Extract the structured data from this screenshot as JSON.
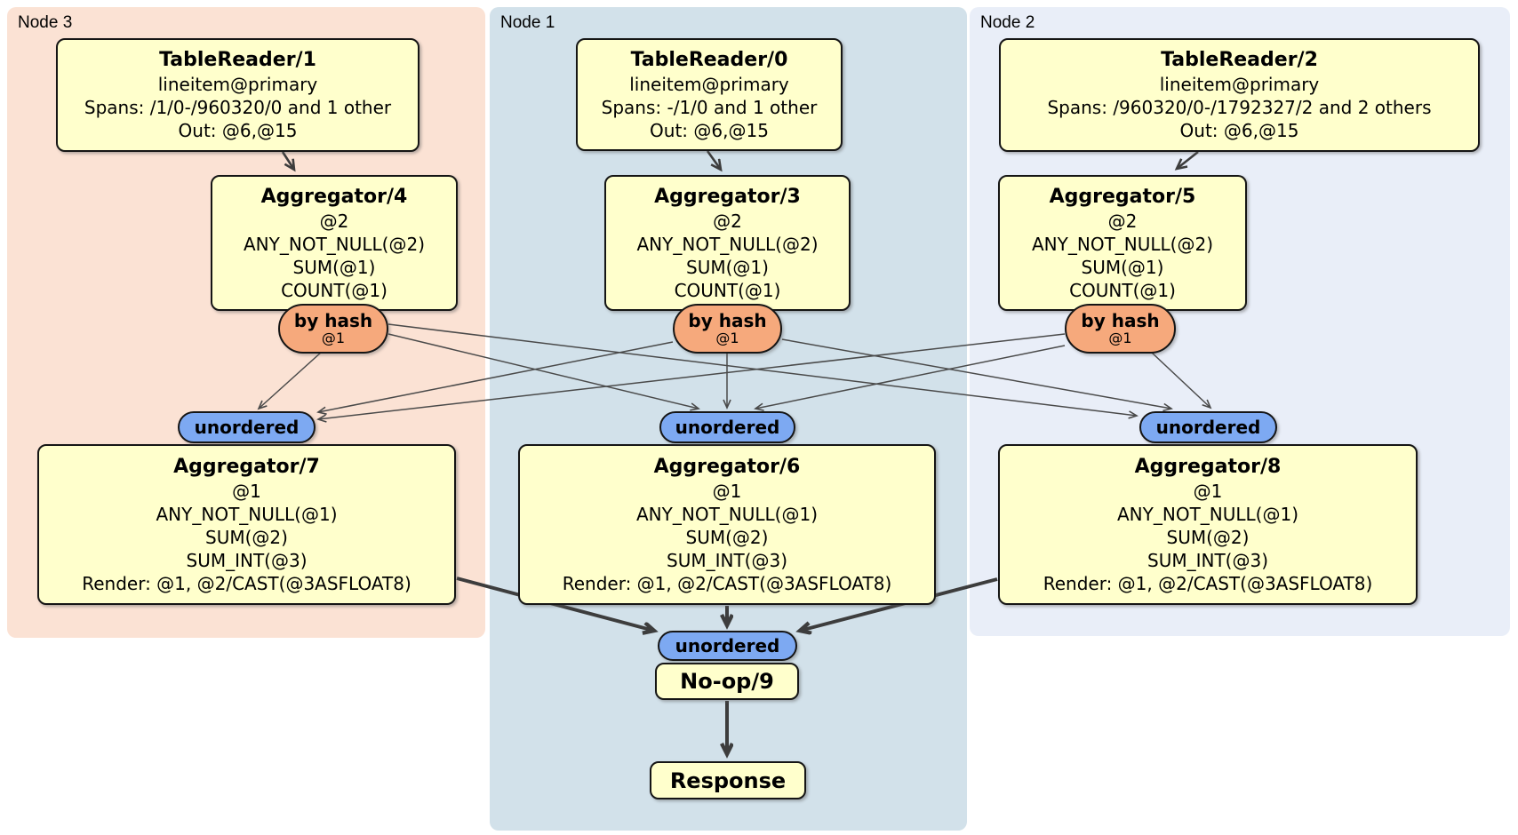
{
  "regions": [
    {
      "label": "Node 3",
      "color": "#fbe2d4"
    },
    {
      "label": "Node 1",
      "color": "#d2e1ea"
    },
    {
      "label": "Node 2",
      "color": "#e9eef8"
    }
  ],
  "columns": [
    {
      "region": "Node 3",
      "table_reader": {
        "title": "TableReader/1",
        "lines": [
          "lineitem@primary",
          "Spans: /1/0-/960320/0 and 1 other",
          "Out: @6,@15"
        ]
      },
      "aggregator_top": {
        "title": "Aggregator/4",
        "lines": [
          "@2",
          "ANY_NOT_NULL(@2)",
          "SUM(@1)",
          "COUNT(@1)"
        ]
      },
      "router": {
        "label": "by hash",
        "detail": "@1"
      },
      "sync": {
        "label": "unordered"
      },
      "aggregator_bottom": {
        "title": "Aggregator/7",
        "lines": [
          "@1",
          "ANY_NOT_NULL(@1)",
          "SUM(@2)",
          "SUM_INT(@3)",
          "Render: @1, @2/CAST(@3ASFLOAT8)"
        ]
      }
    },
    {
      "region": "Node 1",
      "table_reader": {
        "title": "TableReader/0",
        "lines": [
          "lineitem@primary",
          "Spans: -/1/0 and 1 other",
          "Out: @6,@15"
        ]
      },
      "aggregator_top": {
        "title": "Aggregator/3",
        "lines": [
          "@2",
          "ANY_NOT_NULL(@2)",
          "SUM(@1)",
          "COUNT(@1)"
        ]
      },
      "router": {
        "label": "by hash",
        "detail": "@1"
      },
      "sync": {
        "label": "unordered"
      },
      "aggregator_bottom": {
        "title": "Aggregator/6",
        "lines": [
          "@1",
          "ANY_NOT_NULL(@1)",
          "SUM(@2)",
          "SUM_INT(@3)",
          "Render: @1, @2/CAST(@3ASFLOAT8)"
        ]
      }
    },
    {
      "region": "Node 2",
      "table_reader": {
        "title": "TableReader/2",
        "lines": [
          "lineitem@primary",
          "Spans: /960320/0-/1792327/2 and 2 others",
          "Out: @6,@15"
        ]
      },
      "aggregator_top": {
        "title": "Aggregator/5",
        "lines": [
          "@2",
          "ANY_NOT_NULL(@2)",
          "SUM(@1)",
          "COUNT(@1)"
        ]
      },
      "router": {
        "label": "by hash",
        "detail": "@1"
      },
      "sync": {
        "label": "unordered"
      },
      "aggregator_bottom": {
        "title": "Aggregator/8",
        "lines": [
          "@1",
          "ANY_NOT_NULL(@1)",
          "SUM(@2)",
          "SUM_INT(@3)",
          "Render: @1, @2/CAST(@3ASFLOAT8)"
        ]
      }
    }
  ],
  "output": {
    "sync": {
      "label": "unordered"
    },
    "noop": {
      "title": "No-op/9"
    },
    "response": {
      "title": "Response"
    }
  },
  "colors": {
    "processor_fill": "#ffffcc",
    "router_fill": "#f6a97c",
    "sync_fill": "#7da9f2",
    "edge_thin": "#4a4a4a",
    "edge_thick": "#3d3d3d",
    "node3_bg": "#fbe2d4",
    "node1_bg": "#d2e1ea",
    "node2_bg": "#e9eef8"
  }
}
